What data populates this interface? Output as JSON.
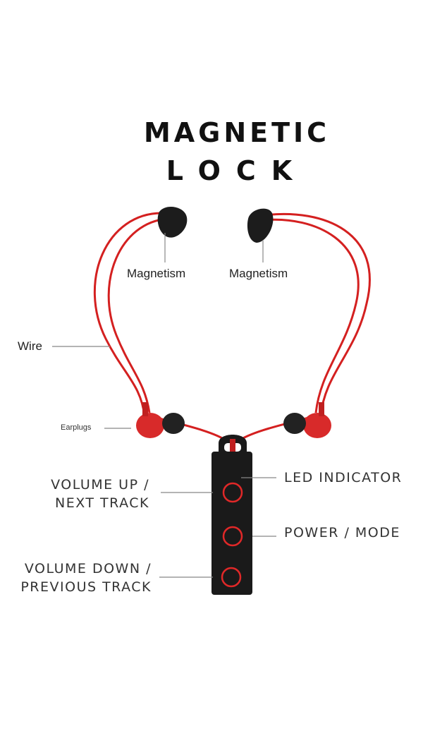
{
  "title": {
    "line1": "MAGNETIC",
    "line2": "LOCK"
  },
  "labels": {
    "magnetism_left": "Magnetism",
    "magnetism_right": "Magnetism",
    "wire": "Wire",
    "earplugs": "Earplugs",
    "led_indicator": "LED INDICATOR",
    "power_mode": "POWER / MODE",
    "volume_up_line1": "VOLUME UP /",
    "volume_up_line2": "NEXT TRACK",
    "volume_down_line1": "VOLUME DOWN /",
    "volume_down_line2": "PREVIOUS TRACK"
  },
  "colors": {
    "wire": "#d42020",
    "remote": "#1a1a1a",
    "button_ring": "#e02828"
  }
}
